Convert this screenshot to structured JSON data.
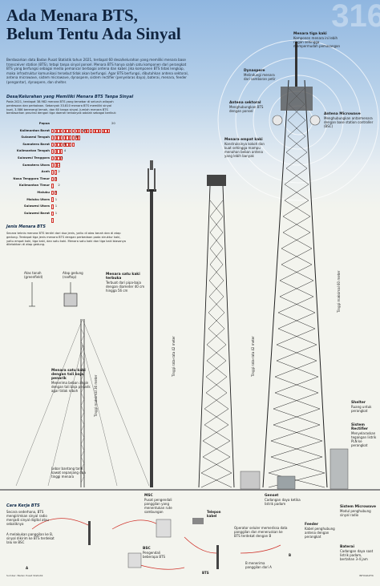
{
  "header": {
    "title_line1": "Ada Menara BTS,",
    "title_line2": "Belum Tentu Ada Sinyal",
    "watermark": "316"
  },
  "intro": "Berdasarkan data Badan Pusat Statistik tahun 2021, terdapat 60 desa/kelurahan yang memiliki menara base transceiver station (BTS), tetapi tanpa sinyal ponsel. Menara BTS hanya salah satu komponen dari perangkat BTS yang berfungsi sebagai media pemancar berbagai antena dan kabel. Jika komponen BTS tidak lengkap, maka infrastruktur komunikasi tersebut tidak akan berfungsi. Agar BTS berfungsi, dibutuhkan antena sektoral, antena microwave, sistem microwave, dynaspere, sistem rectifier (penyelaras daya), baterai, menara, feeder (pengantar), dynaspere, dan shelter.",
  "section1": {
    "heading": "Desa/Kelurahan yang Memiliki Menara BTS Tanpa Sinyal",
    "text": "Pada 2021, terdapat 38.982 menara BTS yang tersebar di seluruh wilayah perdesaan dan perkotaan. Sebanyak 33.810 menara BTS memiliki sinyal kuat, 3.586 berenergi lemah, dan 60 tanpa sinyal. Jumlah menara BTS berdasarkan provinsi dengan tiga daerah terbanyak adalah sebagai berikut:"
  },
  "chart_data": {
    "type": "bar",
    "categories": [
      "Papua",
      "Kalimantan Barat",
      "Sulawesi Tengah",
      "Sumatera Barat",
      "Kalimantan Tengah",
      "Sulawesi Tenggara",
      "Sumatera Utara",
      "Aceh",
      "Nusa Tenggara Timur",
      "Kalimantan Timur",
      "Maluku",
      "Maluku Utara",
      "Sulawesi Utara",
      "Sulawesi Barat"
    ],
    "values": [
      20,
      10,
      8,
      4,
      4,
      3,
      2,
      2,
      1,
      2,
      1,
      1,
      1,
      1
    ]
  },
  "section2": {
    "heading": "Jenis Menara BTS",
    "text": "Secara teknis menara BTS terdiri dari dua jenis, yaitu di atas tanah dan di atap gedung. Terdapat tiga jenis menara BTS dengan perbedaan pada struktur kaki, yaitu empat kaki, tiga kaki, dan satu kaki. Menara satu kaki dan tiga kaki biasanya diletakkan di atap gedung."
  },
  "types": {
    "ground": "Atas tanah (greenfield)",
    "rooftop": "Atap gedung (rooftop)"
  },
  "towers": {
    "guyed": {
      "title": "Menara satu kaki dengan tali baja penarik",
      "desc": "Menerima beban angin dengan tali baja penarik agar tidak roboh",
      "height": "Tinggi maksimal 36 meter"
    },
    "guyed_anchor": "Lebar bantang tarik kawat sepanjang dua tinggi menara",
    "mono": {
      "title": "Menara satu kaki terbuka",
      "desc": "Terbuat dari pipa-baja dengan diameter 40 cm hingga 56 cm",
      "height": "Tinggi rata-rata 42 meter"
    },
    "four": {
      "title": "Menara empat kaki",
      "desc": "Konstruksinya kokoh dan kuat sehingga mampu menahan beban antena yang lebih banyak",
      "height": "Tinggi rata-rata 42 meter"
    },
    "three": {
      "title": "Menara tiga kaki",
      "desc": "Komponen menara ini lebih ringan sehingga mempermudah pemasangan",
      "height": "Tinggi maksimal 60 meter"
    }
  },
  "components": {
    "dynaspere": {
      "title": "Dynaspere",
      "desc": "Melindungi menara dari sambaran petir"
    },
    "sektoral": {
      "title": "Antena sektoral",
      "desc": "Menghubungkan BTS dengan ponsel"
    },
    "microwave_ant": {
      "title": "Antena Microwave",
      "desc": "Menghubungkan antarmenara dengan base station controller (BSC)"
    },
    "shelter": {
      "title": "Shelter",
      "desc": "Ruang untuk perangkat"
    },
    "rectifier": {
      "title": "Sistem Rectifier",
      "desc": "Menyelaraskan tegangan listrik PLN ke perangkat"
    },
    "genset": {
      "title": "Genset",
      "desc": "Cadangan daya ketika listrik padam"
    },
    "feeder": {
      "title": "Feeder",
      "desc": "Kabel penghubung antena dengan perangkat"
    },
    "microwave_sys": {
      "title": "Sistem Microwave",
      "desc": "Modul penghubung sinyal radio"
    },
    "baterai": {
      "title": "Baterai",
      "desc": "Cadangan daya saat listrik padam, bertahan 3-4 jam"
    }
  },
  "flow": {
    "heading": "Cara Kerja BTS",
    "intro": "Secara sederhana, BTS mengirimkan sinyal radio menjadi sinyal digital atau sebaliknya",
    "step1": "A melakukan panggilan ke B, sinyal dikirim ke BTS terdekat lalu ke BSC",
    "msc": "MSC",
    "msc_desc": "Pusat pengendali panggilan yang menentukan rute sambungan",
    "telepon": "Telepon kabel",
    "bsc": "BSC",
    "bsc_desc": "Pengendali beberapa BTS",
    "step2": "Operator seluler memeriksa data panggilan dan meneruskan ke BTS terdekat dengan B",
    "step3": "B menerima panggilan dari A",
    "bts": "BTS",
    "a": "A",
    "b": "B"
  },
  "footer": {
    "source": "Sumber: Badan Pusat Statistik",
    "credit": "INFOGRAFIK"
  },
  "colors": {
    "accent": "#d0342c",
    "navy": "#10243f",
    "sky": "#8fb6e0"
  }
}
